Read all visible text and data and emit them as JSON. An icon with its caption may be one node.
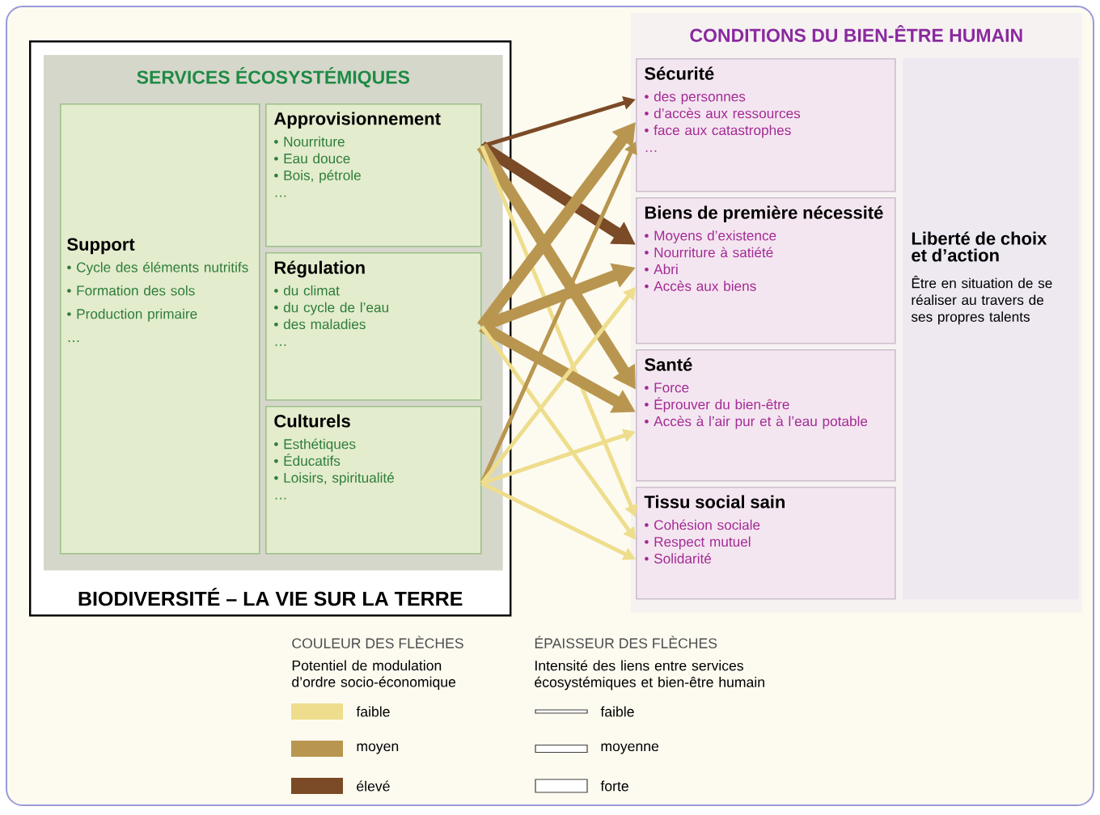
{
  "diagram": {
    "nodes": [
      {
        "text": [
          "BIODIVERSITÉ – LA VIE SUR LA TERRE"
        ]
      },
      {
        "text": [
          "SERVICES ÉCOSYSTÉMIQUES"
        ],
        "in": 0
      },
      {
        "text": [
          "Support",
          "• Cycle des éléments nutritifs",
          "• Formation des sols",
          "• Production primaire",
          "…"
        ],
        "in": 1
      },
      {
        "text": [
          "Approvisionnement",
          "• Nourriture",
          "• Eau douce",
          "• Bois, pétrole",
          "…"
        ],
        "in": 1
      },
      {
        "text": [
          "Régulation",
          "• du climat",
          "• du cycle de l’eau",
          "• des maladies",
          "…"
        ],
        "in": 1
      },
      {
        "text": [
          "Culturels",
          "• Esthétiques",
          "• Éducatifs",
          "• Loisirs, spiritualité",
          "…"
        ],
        "in": 1
      },
      {
        "text": [
          "CONDITIONS DU BIEN-ÊTRE HUMAIN"
        ]
      },
      {
        "text": [
          "Sécurité",
          "• des personnes",
          "• d’accès aux ressources",
          "• face aux catastrophes",
          "…"
        ],
        "in": 6
      },
      {
        "text": [
          "Biens de première nécessité",
          "• Moyens d’existence",
          "• Nourriture à satiété",
          "• Abri",
          "• Accès aux biens"
        ],
        "in": 6
      },
      {
        "text": [
          "Santé",
          "• Force",
          "• Éprouver du bien-être",
          "• Accès à l’air pur et à l’eau potable"
        ],
        "in": 6
      },
      {
        "text": [
          "Tissu social sain",
          "• Cohésion sociale",
          "• Respect mutuel",
          "• Solidarité"
        ],
        "in": 6
      },
      {
        "text": [
          "Liberté de choix et d’action",
          "Être en situation de se réaliser au travers de ses propres talents"
        ],
        "in": 6
      }
    ],
    "edges": [
      {
        "from": 3,
        "to": 7,
        "arrow": "to",
        "color": "#7b4a26"
      },
      {
        "from": 3,
        "to": 8,
        "arrow": "to",
        "style": "thick",
        "color": "#7b4a26"
      },
      {
        "from": 3,
        "to": 9,
        "arrow": "to",
        "style": "thick",
        "color": "#b99650"
      },
      {
        "from": 3,
        "to": 10,
        "arrow": "to",
        "color": "#eedd8c"
      },
      {
        "from": 4,
        "to": 7,
        "arrow": "to",
        "style": "thick",
        "color": "#b99650"
      },
      {
        "from": 4,
        "to": 8,
        "arrow": "to",
        "style": "thick",
        "color": "#b99650"
      },
      {
        "from": 4,
        "to": 9,
        "arrow": "to",
        "style": "thick",
        "color": "#b99650"
      },
      {
        "from": 4,
        "to": 10,
        "arrow": "to",
        "color": "#eedd8c"
      },
      {
        "from": 5,
        "to": 7,
        "arrow": "to",
        "color": "#b99650"
      },
      {
        "from": 5,
        "to": 8,
        "arrow": "to",
        "color": "#eedd8c"
      },
      {
        "from": 5,
        "to": 9,
        "arrow": "to",
        "color": "#eedd8c"
      },
      {
        "from": 5,
        "to": 10,
        "arrow": "to",
        "color": "#eedd8c"
      }
    ],
    "labels": [
      "COULEUR DES FLÈCHES",
      "Potentiel de modulation d’ordre socio-économique",
      "ÉPAISSEUR DES FLÈCHES",
      "Intensité des liens entre services écosystémiques et bien-être humain"
    ],
    "legend": [
      {
        "text": "faible",
        "color": "#eedd8c"
      },
      {
        "text": "moyen",
        "color": "#b99650"
      },
      {
        "text": "élevé",
        "color": "#7b4a26"
      },
      {
        "text": "faible"
      },
      {
        "text": "moyenne"
      },
      {
        "text": "forte"
      }
    ]
  }
}
